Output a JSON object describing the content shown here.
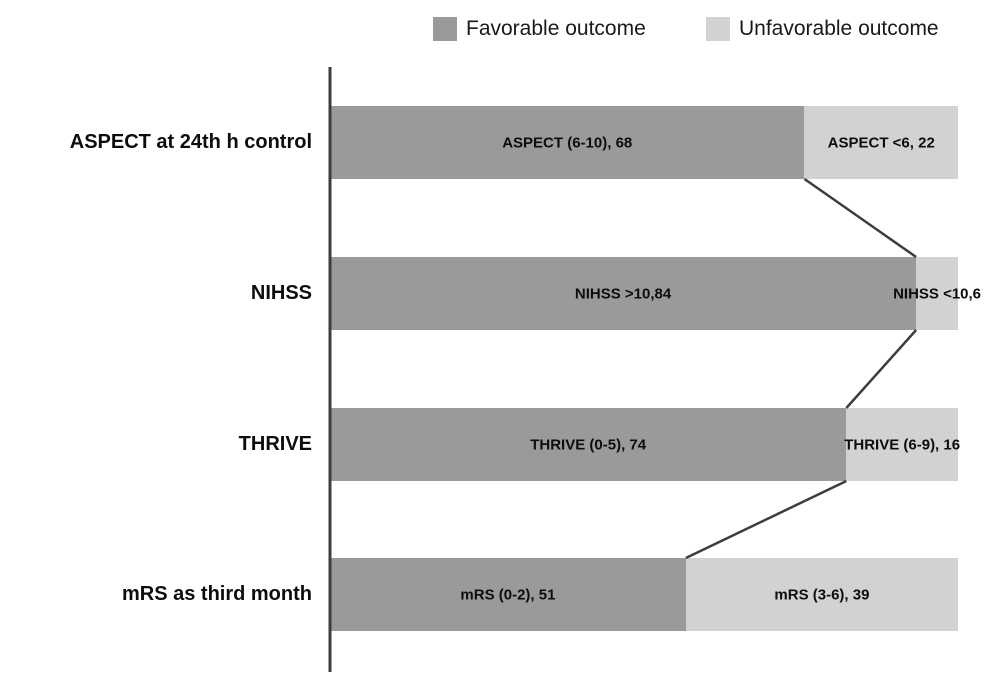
{
  "legend": {
    "items": [
      {
        "label": "Favorable outcome",
        "color": "#9a9a9a"
      },
      {
        "label": "Unfavorable outcome",
        "color": "#d2d2d2"
      }
    ]
  },
  "colors": {
    "favorable": "#9a9a9a",
    "unfavorable": "#d2d2d2",
    "line": "#3d3d3d",
    "text": "#0d0d0d",
    "background": "#ffffff"
  },
  "chart_data": {
    "type": "bar",
    "subtype": "horizontal-stacked",
    "title": "",
    "xlabel": "",
    "ylabel": "",
    "x_total_per_row": 90,
    "grid": false,
    "legend_position": "top",
    "connectors_between_stacks": true,
    "categories": [
      "ASPECT at 24th h control",
      "NIHSS",
      "THRIVE",
      "mRS as third month"
    ],
    "series": [
      {
        "name": "Favorable outcome",
        "color": "#9a9a9a",
        "values": [
          68,
          84,
          74,
          51
        ]
      },
      {
        "name": "Unfavorable outcome",
        "color": "#d2d2d2",
        "values": [
          22,
          6,
          16,
          39
        ]
      }
    ],
    "segment_labels": [
      {
        "favorable": "ASPECT (6-10), 68",
        "unfavorable": "ASPECT <6, 22"
      },
      {
        "favorable": "NIHSS >10,84",
        "unfavorable": "NIHSS <10,6"
      },
      {
        "favorable": "THRIVE (0-5), 74",
        "unfavorable": "THRIVE (6-9), 16"
      },
      {
        "favorable": "mRS (0-2), 51",
        "unfavorable": "mRS (3-6), 39"
      }
    ]
  }
}
